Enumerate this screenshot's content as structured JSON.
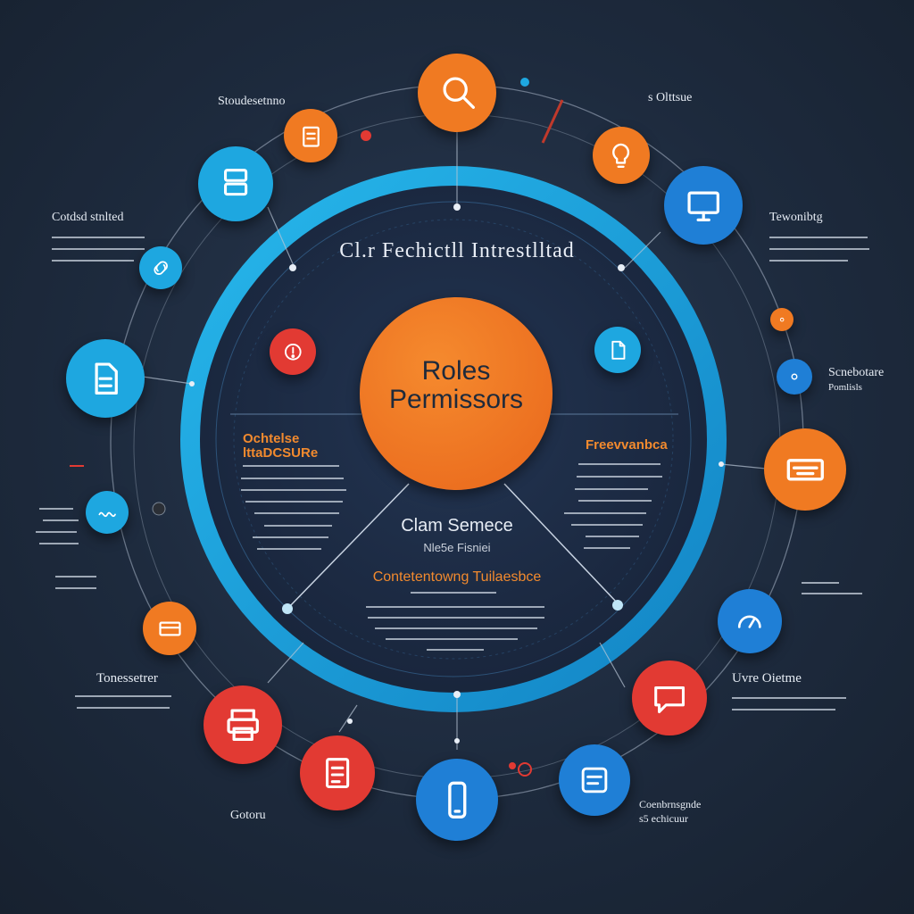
{
  "center": {
    "line1": "Roles",
    "line2": "Permissors"
  },
  "ring_title": "Cl.r Fechictll Intrestlltad",
  "inner": {
    "left_heading_line1": "Ochtelse",
    "left_heading_line2": "lttaDCSURe",
    "right_heading": "Freevvanbca",
    "lower_title": "Clam Semece",
    "lower_subtitle": "Nle5e Fisniei",
    "lower_heading": "Contetentowng Tuilaesbce"
  },
  "labels": {
    "top_left": "Stoudesetnno",
    "top_right": "s Olttsue",
    "left_upper": "Cotdsd stnlted",
    "right_upper": "Tewonibtg",
    "right_middle": "Scnebotare",
    "right_middle_sub": "Pomlisls",
    "left_lower": "Tonessetrer",
    "right_lower": "Uvre Oietme",
    "bottom_left": "Gotoru",
    "bottom_right": "Coenbrnsgnde",
    "bottom_right_sub": "s5 echicuur"
  },
  "colors": {
    "orange": "#f07a22",
    "blue": "#1f7fd6",
    "cyan": "#1ea7e0",
    "red": "#e23a33",
    "ring": "#1aa6de"
  },
  "nodes": [
    {
      "name": "node-magnifier",
      "color": "orange",
      "icon": "magnifier-icon"
    },
    {
      "name": "node-clipboard-top",
      "color": "orange",
      "icon": "clipboard-icon"
    },
    {
      "name": "node-bulb",
      "color": "orange",
      "icon": "lightbulb-icon"
    },
    {
      "name": "node-monitor",
      "color": "blue",
      "icon": "monitor-icon"
    },
    {
      "name": "node-server",
      "color": "cyan",
      "icon": "server-icon"
    },
    {
      "name": "node-link",
      "color": "cyan",
      "icon": "link-icon"
    },
    {
      "name": "node-document-left",
      "color": "cyan",
      "icon": "document-icon"
    },
    {
      "name": "node-wave",
      "color": "cyan",
      "icon": "wave-icon"
    },
    {
      "name": "node-card-left",
      "color": "orange",
      "icon": "card-icon"
    },
    {
      "name": "node-printer",
      "color": "red",
      "icon": "printer-icon"
    },
    {
      "name": "node-form",
      "color": "red",
      "icon": "form-icon"
    },
    {
      "name": "node-phone",
      "color": "blue",
      "icon": "phone-icon"
    },
    {
      "name": "node-tablet",
      "color": "blue",
      "icon": "tablet-icon"
    },
    {
      "name": "node-chat-red",
      "color": "red",
      "icon": "chat-icon"
    },
    {
      "name": "node-gauge",
      "color": "blue",
      "icon": "gauge-icon"
    },
    {
      "name": "node-keyboard",
      "color": "orange",
      "icon": "keyboard-icon"
    },
    {
      "name": "node-alert",
      "color": "red",
      "icon": "alert-icon"
    },
    {
      "name": "node-file-inner",
      "color": "cyan",
      "icon": "file-icon"
    },
    {
      "name": "node-small-blue",
      "color": "blue",
      "icon": "dot-icon"
    },
    {
      "name": "node-small-orange",
      "color": "orange",
      "icon": "dot-icon"
    }
  ]
}
